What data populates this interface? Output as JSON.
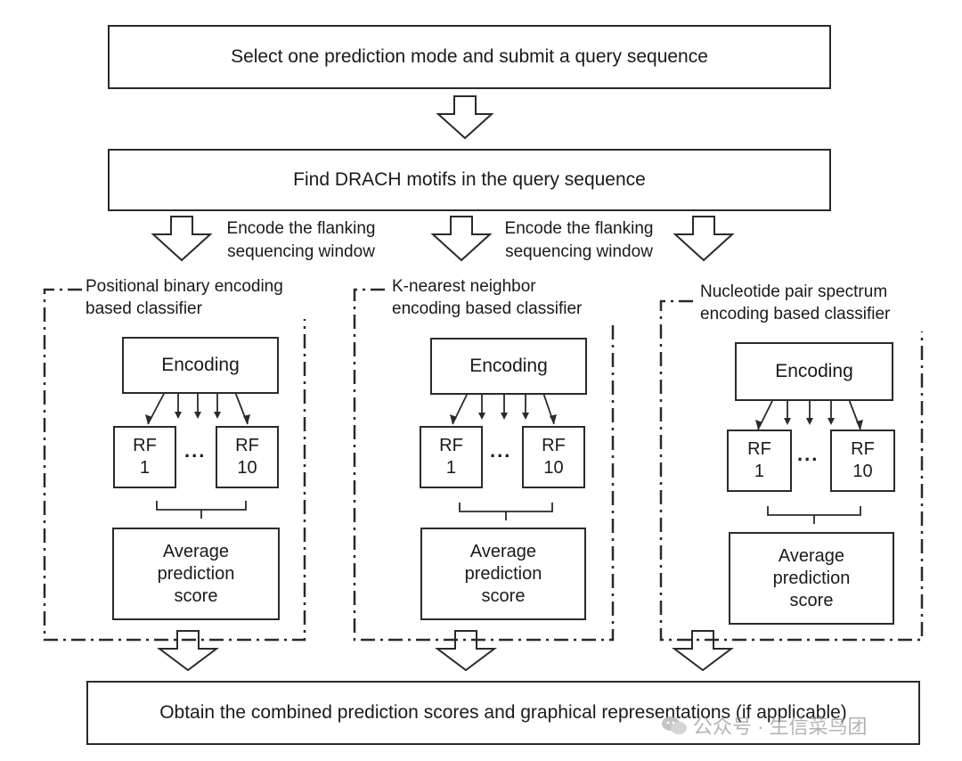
{
  "steps": {
    "select": "Select one prediction mode and submit a query sequence",
    "find": "Find DRACH motifs in the query sequence",
    "obtain": "Obtain the combined prediction scores and graphical representations (if applicable)"
  },
  "encode_label": "Encode the flanking\nsequencing window",
  "classifiers": [
    {
      "title": "Positional binary encoding\nbased classifier",
      "encoding": "Encoding",
      "rf_first": "RF\n1",
      "rf_last": "RF\n10",
      "dots": "...",
      "average": "Average\nprediction\nscore"
    },
    {
      "title": "K-nearest neighbor\nencoding based classifier",
      "encoding": "Encoding",
      "rf_first": "RF\n1",
      "rf_last": "RF\n10",
      "dots": "...",
      "average": "Average\nprediction\nscore"
    },
    {
      "title": "Nucleotide pair spectrum\nencoding based classifier",
      "encoding": "Encoding",
      "rf_first": "RF\n1",
      "rf_last": "RF\n10",
      "dots": "...",
      "average": "Average\nprediction\nscore"
    }
  ],
  "watermark": {
    "text": "公众号 · 生信菜鸟团",
    "icon": "wechat-icon"
  }
}
